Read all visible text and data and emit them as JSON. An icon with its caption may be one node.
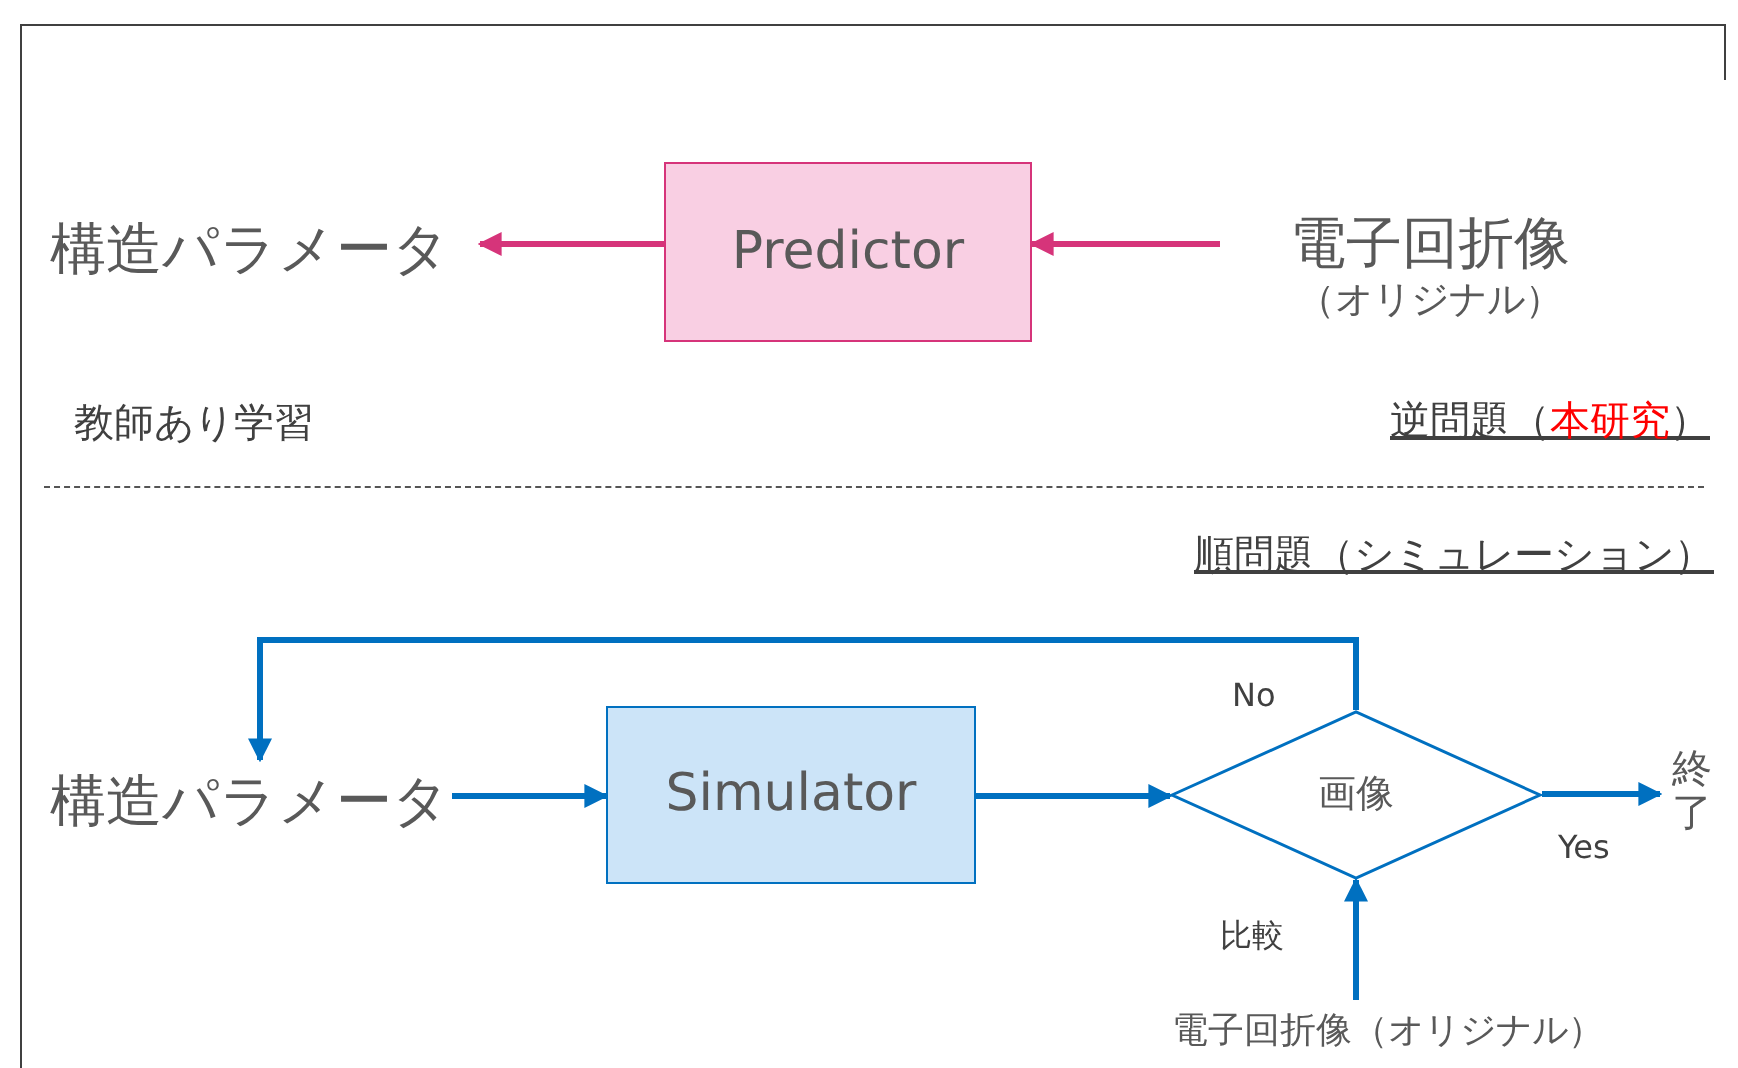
{
  "diagram": {
    "nodes": [
      {
        "text": [
          "構造パラメータ"
        ]
      },
      {
        "text": [
          "Predictor"
        ]
      },
      {
        "text": [
          "電子回折像",
          "（オリジナル）"
        ]
      },
      {
        "text": [
          "構造パラメータ"
        ]
      },
      {
        "text": [
          "Simulator"
        ]
      },
      {
        "text": [
          "画像"
        ]
      },
      {
        "text": [
          "終了"
        ]
      },
      {
        "text": [
          "電子回折像（オリジナル）"
        ]
      }
    ],
    "edges": [
      {
        "from": 2,
        "to": 1,
        "arrow": "to",
        "color": "#d6347a"
      },
      {
        "from": 1,
        "to": 0,
        "arrow": "to",
        "color": "#d6347a"
      },
      {
        "from": 3,
        "to": 4,
        "arrow": "to"
      },
      {
        "from": 4,
        "to": 5,
        "arrow": "to"
      },
      {
        "from": 5,
        "to": 6,
        "arrow": "to",
        "label": "Yes"
      },
      {
        "from": 5,
        "to": 3,
        "arrow": "to",
        "label": "No"
      },
      {
        "from": 7,
        "to": 5,
        "arrow": "to",
        "label": "比較"
      }
    ],
    "labels": [
      "教師あり学習",
      "逆問題（*本研究*）",
      "順問題（シミュレーション）"
    ]
  }
}
